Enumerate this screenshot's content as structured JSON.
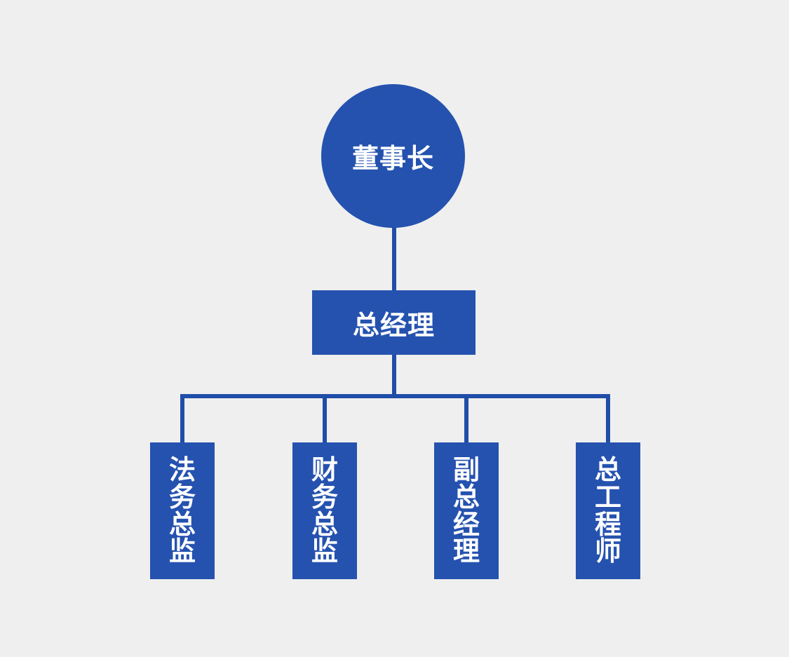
{
  "org_chart": {
    "colors": {
      "background": "#efefef",
      "node_fill": "#2552af",
      "connector": "#1f4ea8",
      "label_text": "#ffffff"
    },
    "root": {
      "label": "董事长",
      "shape": "circle"
    },
    "level2": {
      "label": "总经理",
      "shape": "rectangle"
    },
    "level3": [
      {
        "label": "法务总监"
      },
      {
        "label": "财务总监"
      },
      {
        "label": "副总经理"
      },
      {
        "label": "总工程师"
      }
    ]
  }
}
